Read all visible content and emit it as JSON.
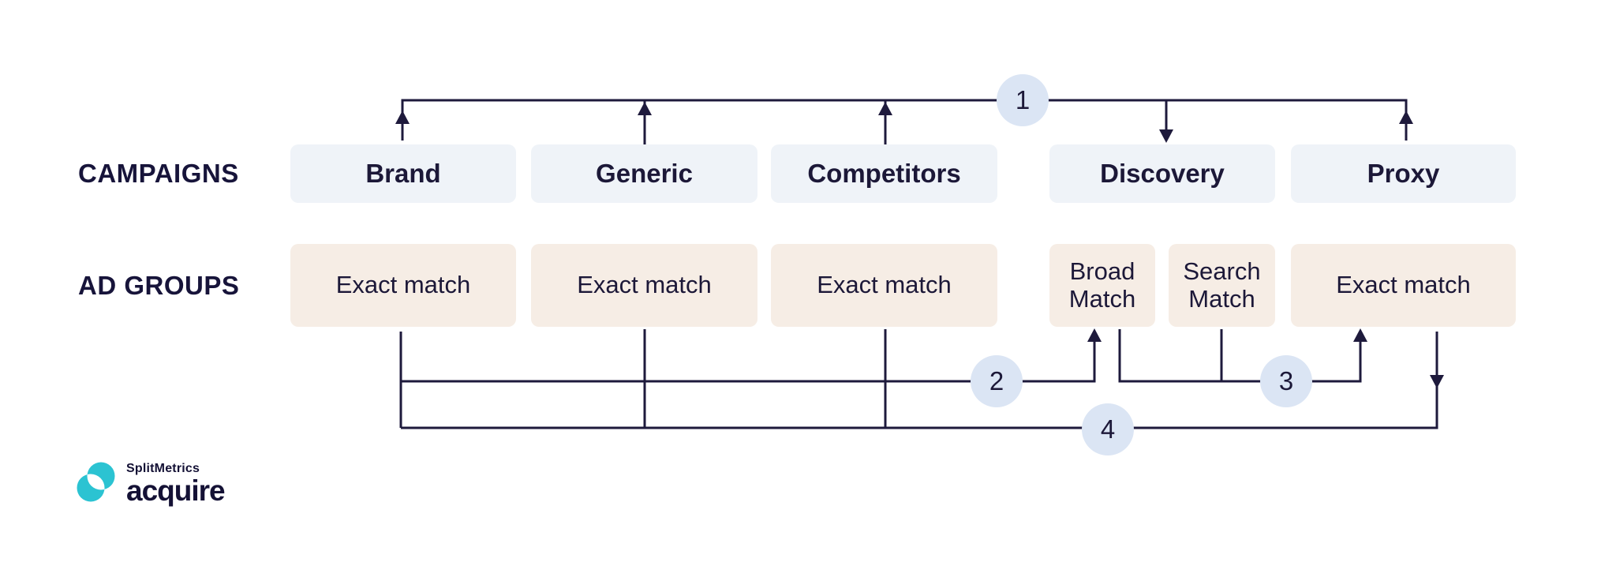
{
  "campaigns_row": {
    "label": "CAMPAIGNS",
    "items": [
      {
        "label": "Brand"
      },
      {
        "label": "Generic"
      },
      {
        "label": "Competitors"
      },
      {
        "label": "Discovery"
      },
      {
        "label": "Proxy"
      }
    ]
  },
  "ad_groups_row": {
    "label": "AD GROUPS",
    "items": [
      {
        "label": "Exact match"
      },
      {
        "label": "Exact match"
      },
      {
        "label": "Exact match"
      },
      {
        "label": "Broad Match"
      },
      {
        "label": "Search Match"
      },
      {
        "label": "Exact match"
      }
    ]
  },
  "badges": [
    {
      "number": "1"
    },
    {
      "number": "2"
    },
    {
      "number": "3"
    },
    {
      "number": "4"
    }
  ],
  "logo": {
    "brand": "SplitMetrics",
    "product": "acquire"
  },
  "colors": {
    "line_navy": "#1e1a3c",
    "text_navy": "#1c1838",
    "campaign_box": "#eff3f8",
    "ad_group_box": "#f6ede5",
    "badge_fill": "#dbe5f4",
    "logo_teal": "#2bc3d2"
  }
}
